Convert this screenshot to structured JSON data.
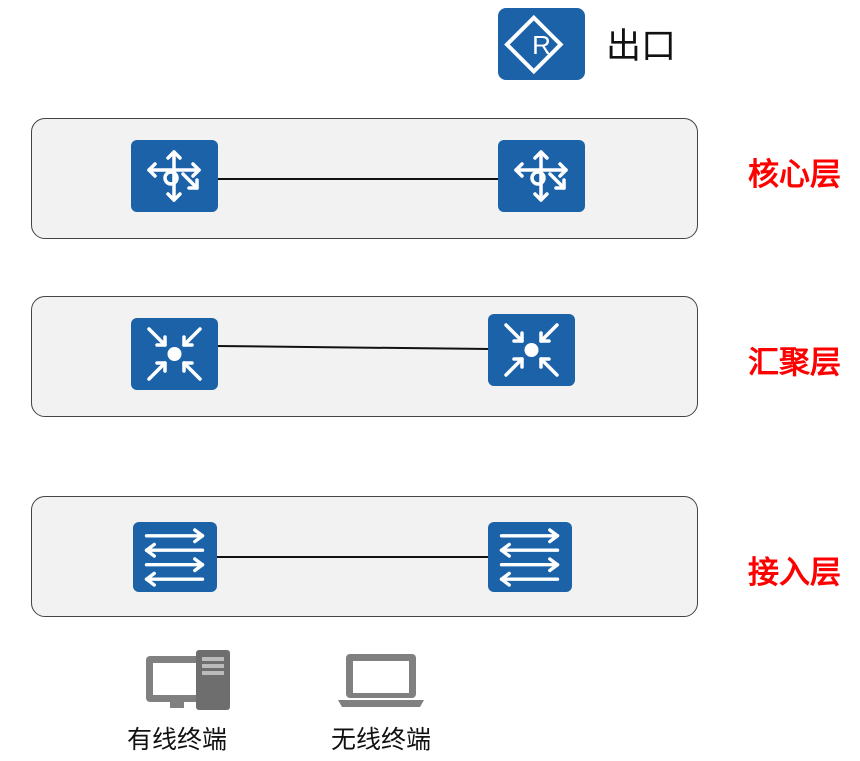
{
  "exit": {
    "label": "出口",
    "icon": "router-icon"
  },
  "layers": [
    {
      "label": "核心层",
      "device_icon": "core-switch-icon",
      "label_color": "#ff0000"
    },
    {
      "label": "汇聚层",
      "device_icon": "aggregation-switch-icon",
      "label_color": "#ff0000"
    },
    {
      "label": "接入层",
      "device_icon": "access-switch-icon",
      "label_color": "#ff0000"
    }
  ],
  "terminals": [
    {
      "label": "有线终端",
      "icon": "desktop-computer-icon"
    },
    {
      "label": "无线终端",
      "icon": "laptop-icon"
    }
  ],
  "colors": {
    "device_blue": "#1b62a8",
    "layer_label": "#ff0000",
    "layer_box_fill": "#f2f2f2",
    "terminal_gray": "#808080"
  }
}
